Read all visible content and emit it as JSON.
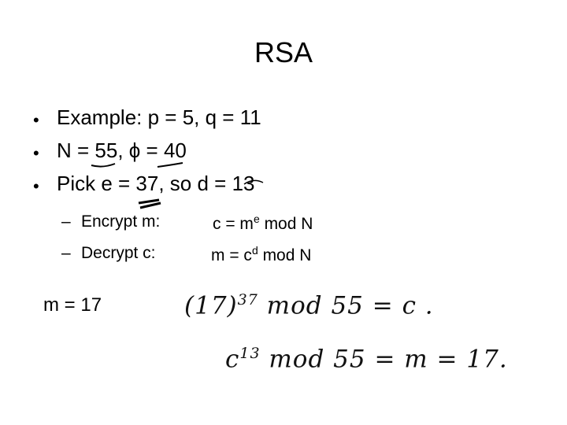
{
  "title": "RSA",
  "bullets": [
    "Example: p = 5,   q = 11",
    "N = 55, ϕ = 40",
    "Pick e = 37, so d = 13"
  ],
  "sub": [
    {
      "label": "Encrypt m:",
      "formula_base": "c = m",
      "formula_sup": "e",
      "formula_rest": " mod N"
    },
    {
      "label": "Decrypt c:",
      "formula_base": "m = c",
      "formula_sup": "d",
      "formula_rest": " mod N"
    }
  ],
  "m_value": "m = 17",
  "handwriting": {
    "line1_base": "(17)",
    "line1_sup": "37",
    "line1_rest": " mod 55 = c .",
    "line2_base": "c",
    "line2_sup": "13",
    "line2_rest": " mod 55 = m = 17."
  }
}
